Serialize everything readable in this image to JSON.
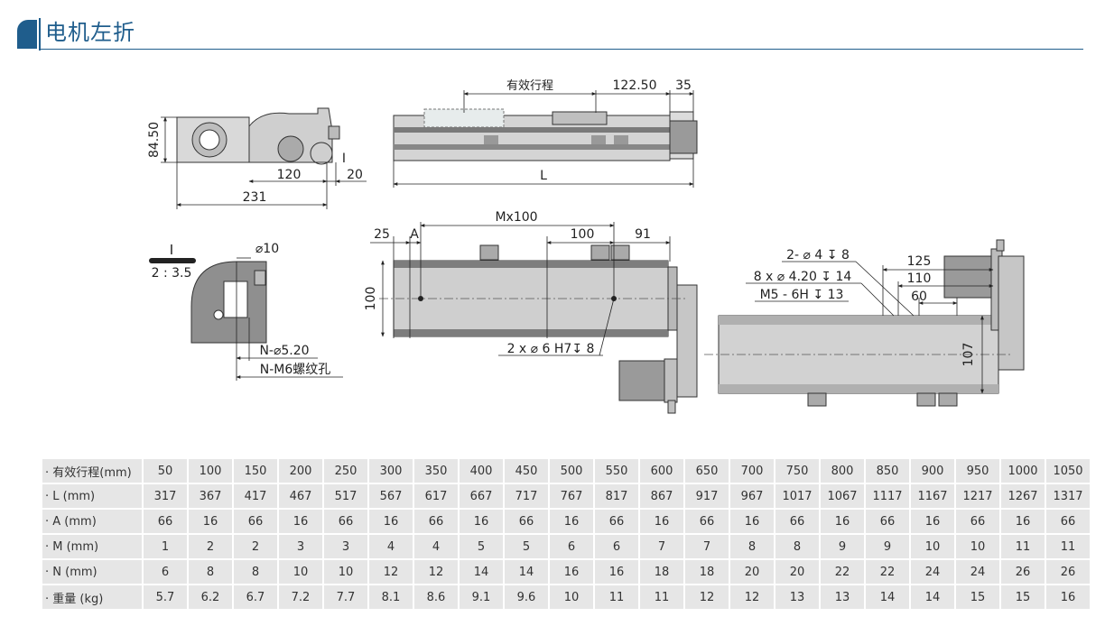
{
  "header": {
    "title": "电机左折"
  },
  "drawing": {
    "dims": {
      "stroke_label": "有效行程",
      "d122": "122.50",
      "d35": "35",
      "dL": "L",
      "d8450": "84.50",
      "d120": "120",
      "d20": "20",
      "d231": "231",
      "detailI_top": "I",
      "detailI": "I",
      "scale": "2 : 3.5",
      "phi10": "⌀10",
      "nphi": "N-⌀5.20",
      "nm6": "N-M6螺纹孔",
      "d25": "25",
      "dA": "A",
      "dMx100": "Mx100",
      "d100h": "100",
      "d91": "91",
      "d100v": "100",
      "hole2": "2 x ⌀ 6 H7↧ 8",
      "note1": "2- ⌀ 4 ↧ 8",
      "note2": "8 x ⌀ 4.20 ↧ 14",
      "note3": "M5 - 6H ↧ 13",
      "d125": "125",
      "d110": "110",
      "d60": "60",
      "d107": "107"
    }
  },
  "table": {
    "rows": [
      {
        "label": "· 有效行程(mm)",
        "values": [
          "50",
          "100",
          "150",
          "200",
          "250",
          "300",
          "350",
          "400",
          "450",
          "500",
          "550",
          "600",
          "650",
          "700",
          "750",
          "800",
          "850",
          "900",
          "950",
          "1000",
          "1050"
        ]
      },
      {
        "label": "· L (mm)",
        "values": [
          "317",
          "367",
          "417",
          "467",
          "517",
          "567",
          "617",
          "667",
          "717",
          "767",
          "817",
          "867",
          "917",
          "967",
          "1017",
          "1067",
          "1117",
          "1167",
          "1217",
          "1267",
          "1317"
        ]
      },
      {
        "label": "· A (mm)",
        "values": [
          "66",
          "16",
          "66",
          "16",
          "66",
          "16",
          "66",
          "16",
          "66",
          "16",
          "66",
          "16",
          "66",
          "16",
          "66",
          "16",
          "66",
          "16",
          "66",
          "16",
          "66"
        ]
      },
      {
        "label": "· M (mm)",
        "values": [
          "1",
          "2",
          "2",
          "3",
          "3",
          "4",
          "4",
          "5",
          "5",
          "6",
          "6",
          "7",
          "7",
          "8",
          "8",
          "9",
          "9",
          "10",
          "10",
          "11",
          "11"
        ]
      },
      {
        "label": "· N (mm)",
        "values": [
          "6",
          "8",
          "8",
          "10",
          "10",
          "12",
          "12",
          "14",
          "14",
          "16",
          "16",
          "18",
          "18",
          "20",
          "20",
          "22",
          "22",
          "24",
          "24",
          "26",
          "26"
        ]
      },
      {
        "label": "· 重量 (kg)",
        "values": [
          "5.7",
          "6.2",
          "6.7",
          "7.2",
          "7.7",
          "8.1",
          "8.6",
          "9.1",
          "9.6",
          "10",
          "11",
          "11",
          "12",
          "12",
          "13",
          "13",
          "14",
          "14",
          "15",
          "15",
          "16"
        ]
      }
    ]
  },
  "colors": {
    "accent": "#1f5d8c",
    "cell_bg": "#e6e6e6",
    "body_gray": "#c9c9c9",
    "motor_gray": "#9a9a9a"
  }
}
